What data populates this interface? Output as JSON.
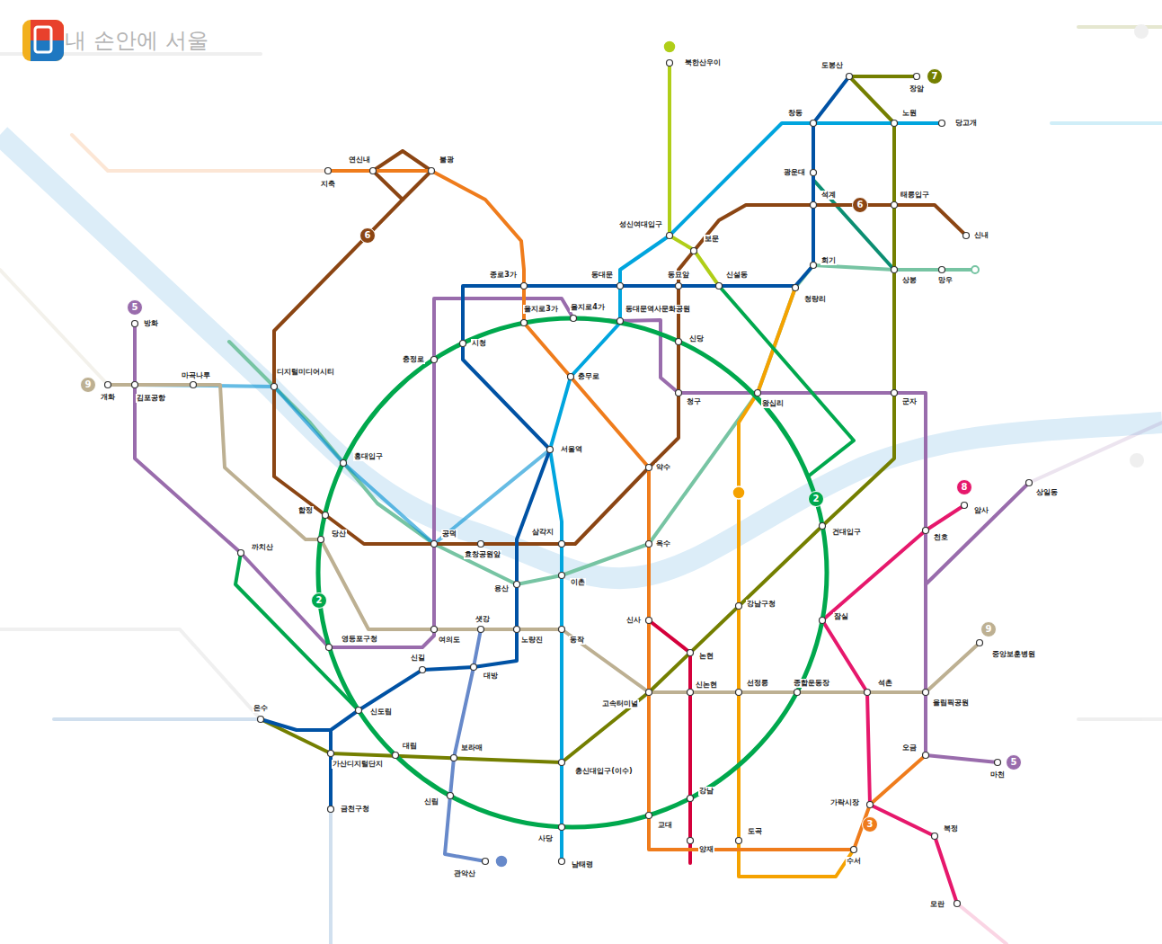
{
  "diagram": {
    "nodes": [
      {
        "text": [
          "2"
        ]
      },
      {
        "text": [
          "2"
        ]
      },
      {
        "text": [
          "6"
        ]
      },
      {
        "text": [
          "6"
        ]
      },
      {
        "text": [
          "5"
        ]
      },
      {
        "text": [
          "5"
        ]
      },
      {
        "text": [
          "9"
        ]
      },
      {
        "text": [
          "9"
        ]
      },
      {
        "text": [
          "7"
        ]
      },
      {
        "text": [
          "8"
        ]
      },
      {
        "text": [
          "3"
        ]
      }
    ],
    "labels": [
      "내 손안에 서울",
      "도봉산",
      "창동",
      "노원",
      "장암",
      "당고개",
      "북한산우이",
      "광운대",
      "석계",
      "태릉입구",
      "신내",
      "상봉",
      "망우",
      "회기",
      "청량리",
      "신설동",
      "보문",
      "동묘앞",
      "동대문",
      "종로3가",
      "성신여대입구",
      "지축",
      "연신내",
      "불광",
      "디지털미디어시티",
      "홍대입구",
      "합정",
      "당산",
      "까치산",
      "영등포구청",
      "신도림",
      "대림",
      "온수",
      "가산디지털단지",
      "금천구청",
      "방화",
      "개화",
      "김포공항",
      "마곡나루",
      "시청",
      "충정로",
      "을지로3가",
      "을지로4가",
      "동대문역사문화공원",
      "신당",
      "청구",
      "왕십리",
      "군자",
      "충무로",
      "서울역",
      "공덕",
      "효창공원앞",
      "삼각지",
      "용산",
      "이촌",
      "약수",
      "옥수",
      "신사",
      "고속터미널",
      "여의도",
      "샛강",
      "노량진",
      "동작",
      "신길",
      "대방",
      "보라매",
      "신림",
      "관악산",
      "총신대입구(이수)",
      "사당",
      "남태령",
      "교대",
      "강남",
      "양재",
      "도곡",
      "논현",
      "신논현",
      "선정릉",
      "종합운동장",
      "강남구청",
      "건대입구",
      "잠실",
      "석촌",
      "올림픽공원",
      "중앙보훈병원",
      "천호",
      "암사",
      "상일동",
      "오금",
      "마천",
      "가락시장",
      "수서",
      "복정",
      "모란"
    ]
  }
}
